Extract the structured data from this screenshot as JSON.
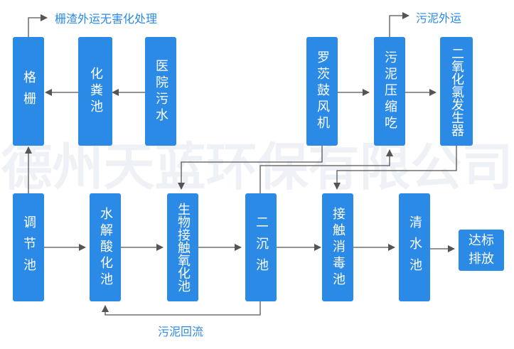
{
  "watermark": "德州天蓝环保有限公司",
  "nodes": {
    "grille": "格栅",
    "septic_tank": "化粪池",
    "hospital_sewage": "医院污水",
    "roots_blower": "罗茨鼓风机",
    "sludge_press": "污泥压缩吃",
    "chlorine_dioxide_generator": "二氧化氯发生器",
    "regulating_tank": "调节池",
    "hydrolysis_acidification_tank": "水解酸化池",
    "bio_contact_oxidation_tank": "生物接触氧化池",
    "secondary_sedimentation_tank": "二沉池",
    "contact_disinfection_tank": "接触消毒池",
    "clear_water_tank": "清水池",
    "discharge": "达标\n排放"
  },
  "labels": {
    "grille_residue": "栅渣外运无害化处理",
    "sludge_out": "污泥外运",
    "sludge_return": "污泥回流"
  },
  "colors": {
    "box": "#2b8ae6",
    "line": "#555555",
    "label": "#2b8ae6",
    "watermark": "#eef2f6"
  }
}
